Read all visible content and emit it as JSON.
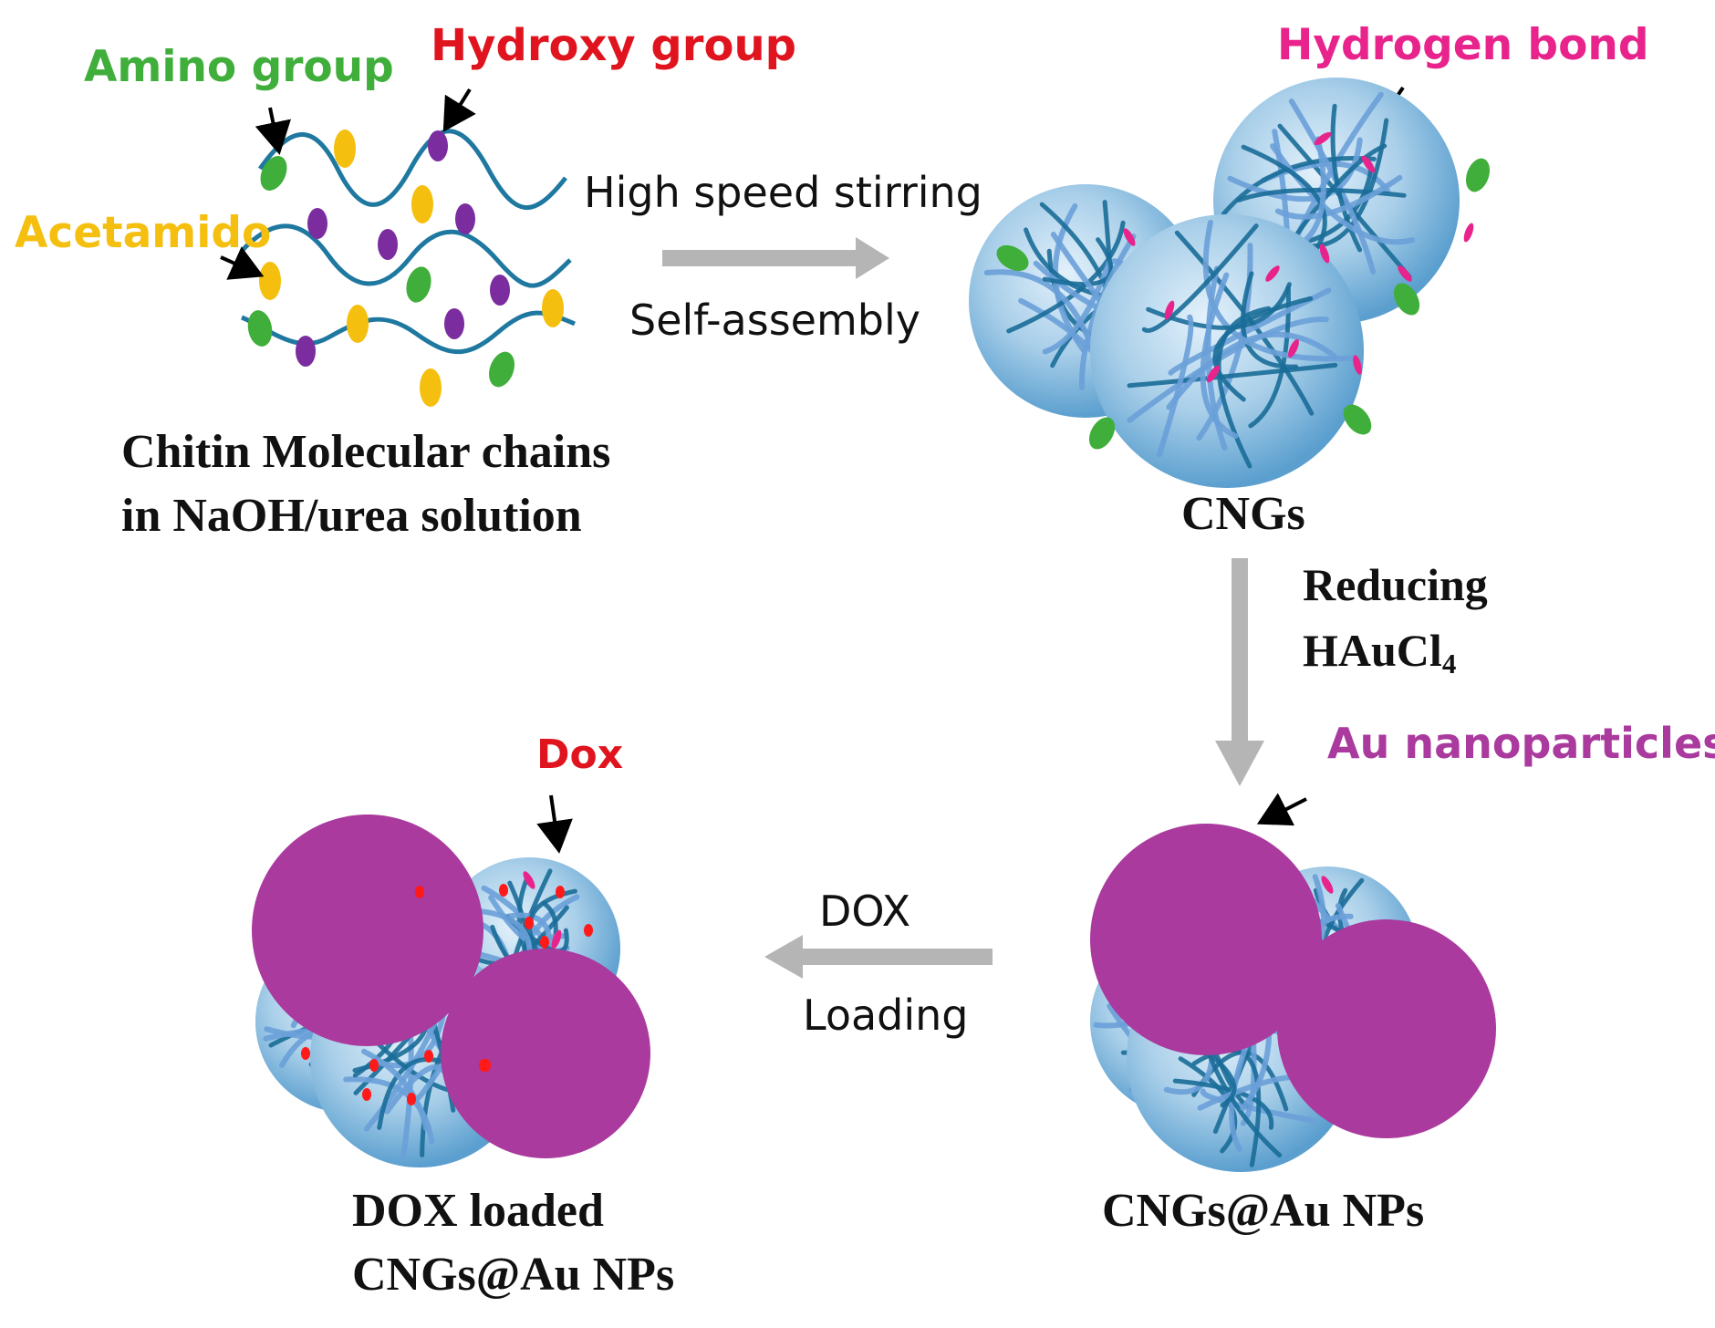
{
  "labels": {
    "amino": "Amino group",
    "hydroxy": "Hydroxy group",
    "acetamido": "Acetamido",
    "hydrogen_bond": "Hydrogen bond",
    "au_nanoparticles": "Au nanoparticles",
    "dox_tag": "Dox"
  },
  "steps": {
    "step1_line1": "High speed stirring",
    "step1_line2": "Self-assembly",
    "step2_line1": "Reducing",
    "step2_line2_main": "HAuCl",
    "step2_line2_sub": "4",
    "step3_line1": "DOX",
    "step3_line2": "Loading"
  },
  "captions": {
    "chitin_line1": "Chitin Molecular chains",
    "chitin_line2": "in NaOH/urea solution",
    "cngs": "CNGs",
    "cngs_au": "CNGs@Au NPs",
    "dox_loaded_line1": "DOX loaded",
    "dox_loaded_line2": "CNGs@Au NPs"
  },
  "colors": {
    "amino": "#3fae3a",
    "hydroxy": "#e0141e",
    "acetamido": "#f5bf0f",
    "hydrogen_bond": "#e8238c",
    "au": "#aa3a9e",
    "hydroxy_bead": "#7b2c9e",
    "chain": "#1f78a0",
    "arrow": "#b5b5b5",
    "dox_dot": "#ff1a1a"
  }
}
